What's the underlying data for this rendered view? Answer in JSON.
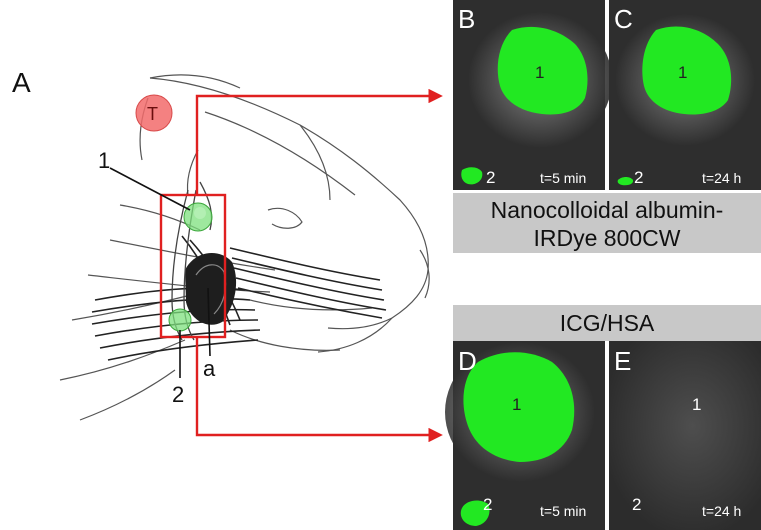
{
  "figure": {
    "panel_a": {
      "letter": "A",
      "tumor_label": "T",
      "node_1_label": "1",
      "node_2_label": "2",
      "vessel_label": "a"
    },
    "panel_b": {
      "letter": "B",
      "node_1": "1",
      "node_2": "2",
      "time": "t=5 min"
    },
    "panel_c": {
      "letter": "C",
      "node_1": "1",
      "node_2": "2",
      "time": "t=24 h"
    },
    "panel_d": {
      "letter": "D",
      "node_1": "1",
      "node_2": "2",
      "time": "t=5 min"
    },
    "panel_e": {
      "letter": "E",
      "node_1": "1",
      "node_2": "2",
      "time": "t=24 h"
    },
    "caption_top_line1": "Nanocolloidal albumin-",
    "caption_top_line2": "IRDye 800CW",
    "caption_bottom": "ICG/HSA"
  },
  "colors": {
    "arrow": "#e02020",
    "fluorescence": "#22e822",
    "tumor": "#f26b6b",
    "panel_bg": "#3a3a3a",
    "caption_bg": "#c8c8c8"
  }
}
